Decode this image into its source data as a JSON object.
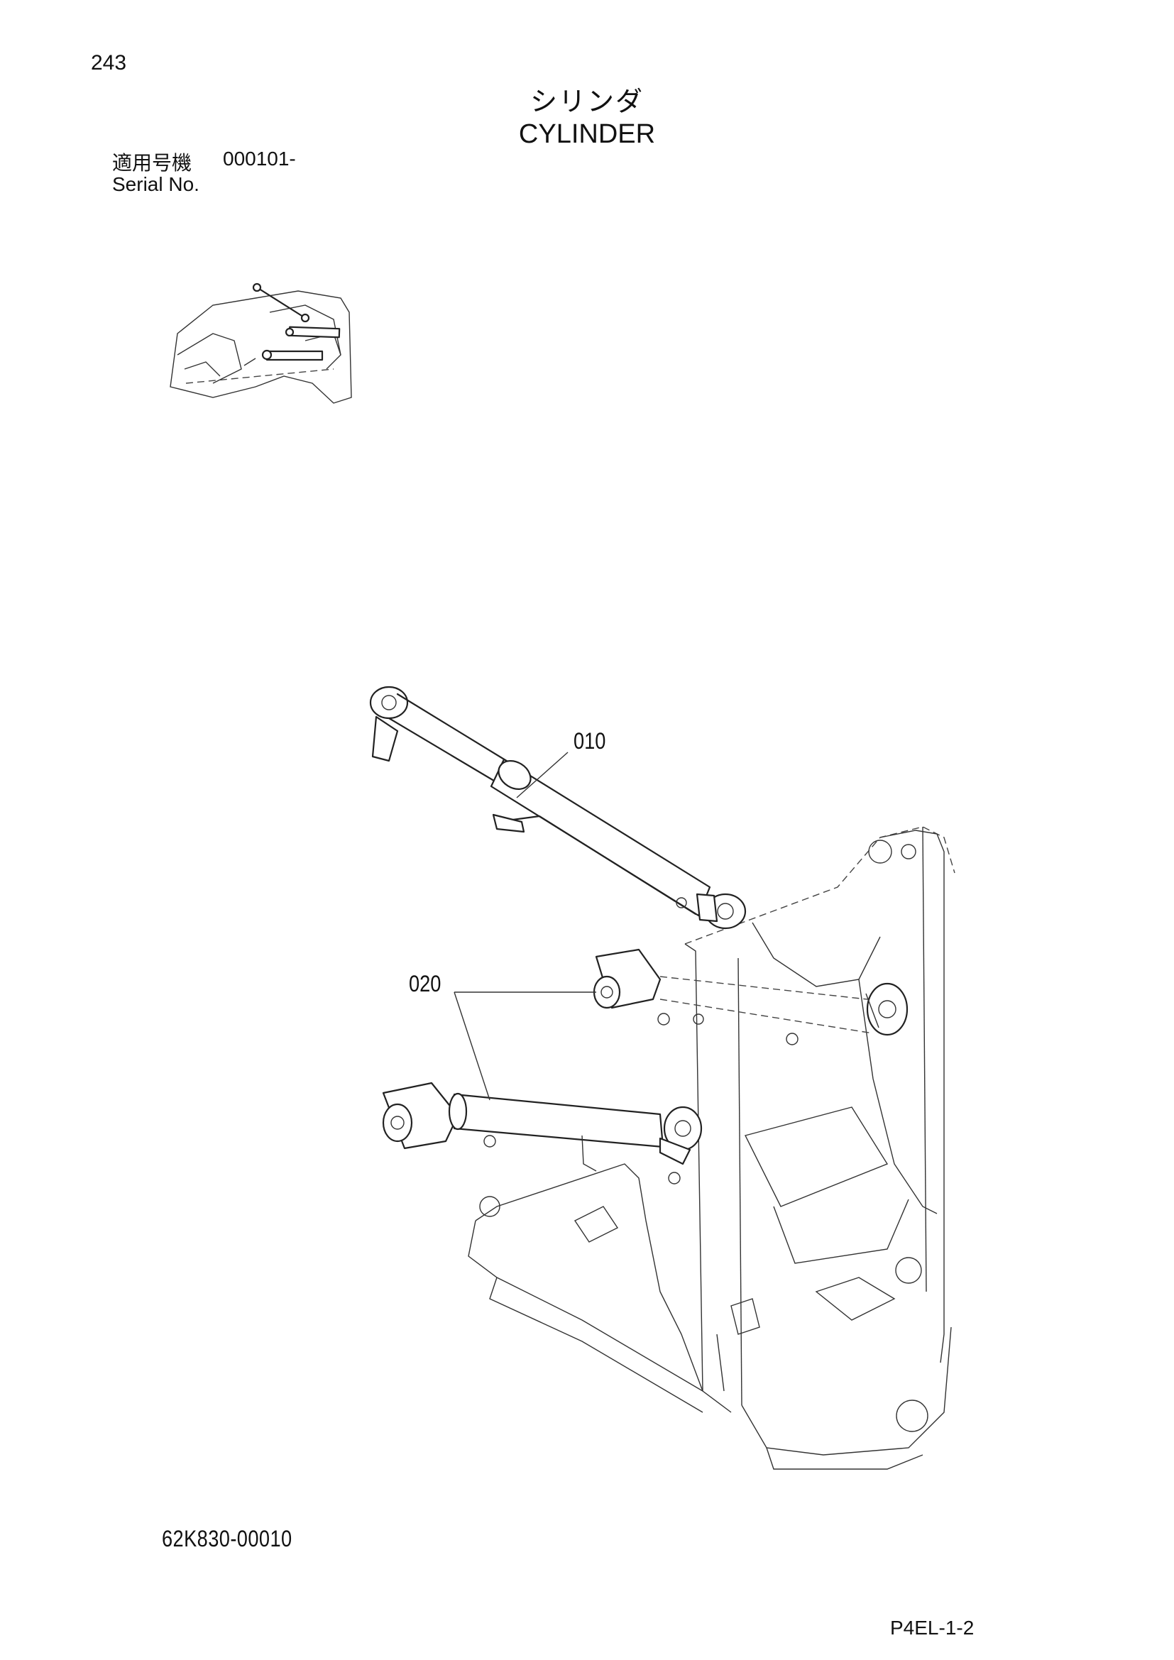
{
  "header": {
    "page_number": "243",
    "title_jp": "シリンダ",
    "title_en": "CYLINDER",
    "serial_label_jp": "適用号機",
    "serial_value": "000101-",
    "serial_label_en": "Serial No."
  },
  "diagram": {
    "callouts": [
      {
        "id": "010",
        "label": "010"
      },
      {
        "id": "020",
        "label": "020"
      }
    ]
  },
  "footer": {
    "part_number": "62K830-00010",
    "page_code": "P4EL-1-2"
  }
}
